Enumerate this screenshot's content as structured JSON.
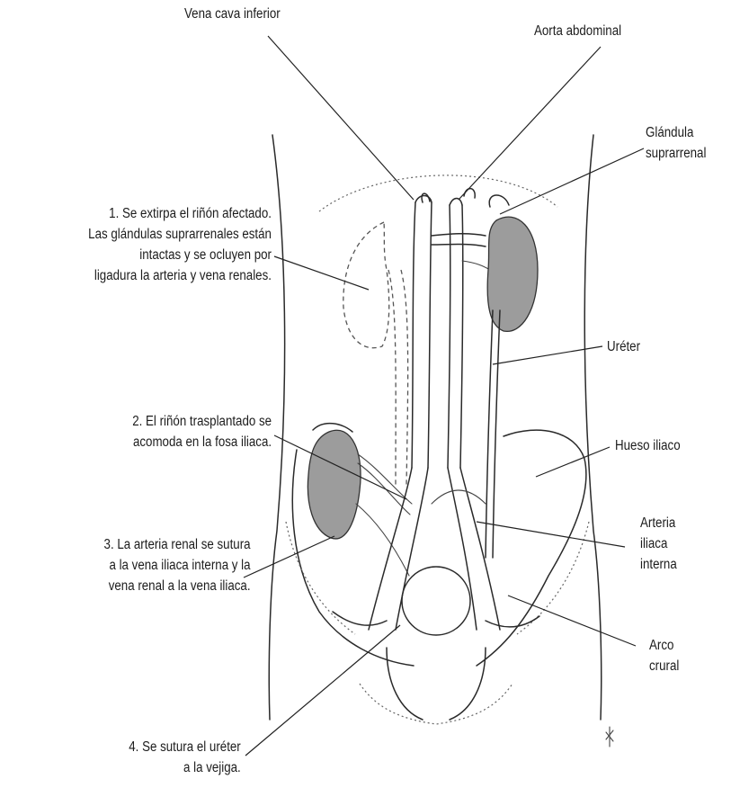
{
  "labels": {
    "vena_cava_inferior": "Vena cava inferior",
    "aorta_abdominal": "Aorta abdominal",
    "glandula_suprarrenal": [
      "Glándula",
      "suprarrenal"
    ],
    "ureter": "Uréter",
    "hueso_iliaco": "Hueso iliaco",
    "arteria_iliaca_interna": [
      "Arteria",
      "iliaca",
      "interna"
    ],
    "arco_crural": [
      "Arco",
      "crural"
    ]
  },
  "steps": [
    {
      "lines": [
        "1. Se extirpa el riñón afectado.",
        "Las glándulas suprarrenales están",
        "intactas y se ocluyen por",
        "ligadura la arteria y vena renales."
      ]
    },
    {
      "lines": [
        "2. El riñón trasplantado se",
        "acomoda en la fosa iliaca."
      ]
    },
    {
      "lines": [
        "3. La arteria renal se sutura",
        "a la vena iliaca interna y la",
        "vena renal a la vena iliaca."
      ]
    },
    {
      "lines": [
        "4. Se sutura el uréter",
        "a la vejiga."
      ]
    }
  ]
}
